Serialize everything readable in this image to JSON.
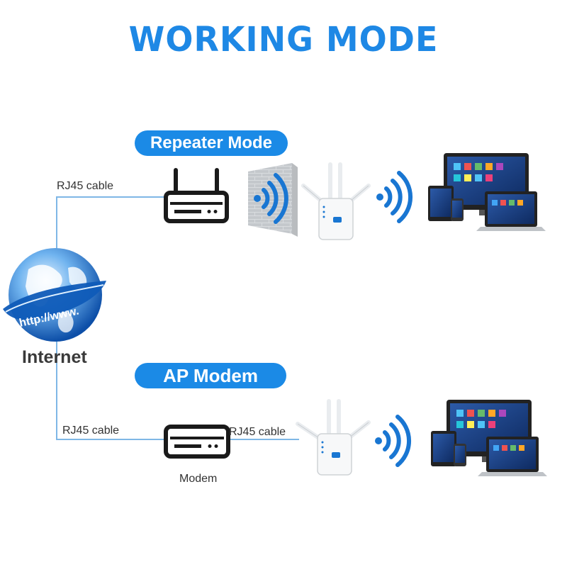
{
  "title": "WORKING MODE",
  "repeater_mode": {
    "label": "Repeater Mode",
    "cable_label": "RJ45 cable"
  },
  "ap_mode": {
    "label": "AP Modem",
    "cable_label_left": "RJ45 cable",
    "cable_label_right": "RJ45 cable",
    "modem_label": "Modem"
  },
  "internet": {
    "label": "Internet",
    "globe_text": "http://www."
  },
  "colors": {
    "accent": "#1e88e5",
    "pill": "#1b8ae6",
    "wire": "#7fb7e6",
    "wifi": "#1976d2",
    "brick": "#cfd3d6"
  },
  "icons": [
    "router-icon",
    "modem-icon",
    "brick-wall-icon",
    "wifi-signal-icon",
    "extender-icon",
    "devices-icon",
    "globe-icon"
  ]
}
